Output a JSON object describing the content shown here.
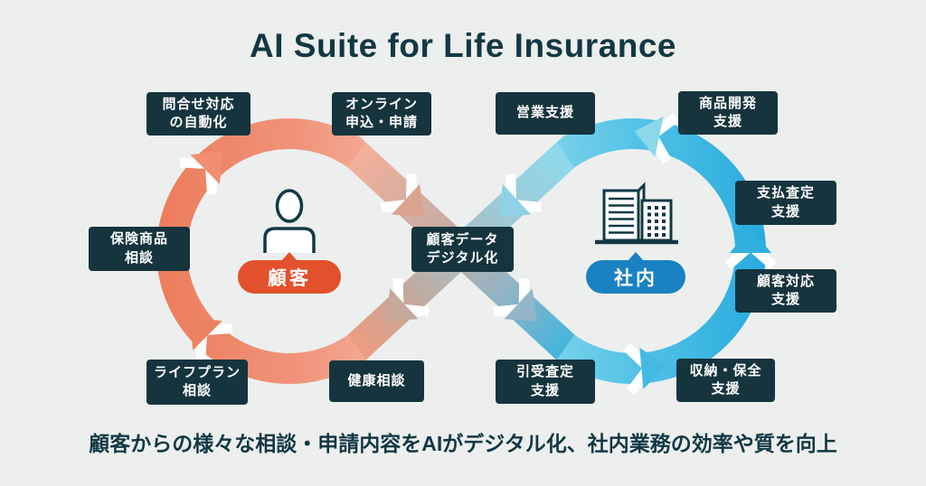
{
  "title": "AI Suite for Life Insurance",
  "caption": "顧客からの様々な相談・申請内容をAIがデジタル化、社内業務の効率や質を向上",
  "customer_loop": {
    "badge_label": "顧客",
    "icon": "person-icon",
    "items": {
      "inquiry_automation": "問合せ対応\nの自動化",
      "online_application": "オンライン\n申込・申請",
      "insurance_product_consultation": "保険商品\n相談",
      "life_plan_consultation": "ライフプラン\n相談",
      "health_consultation": "健康相談"
    }
  },
  "internal_loop": {
    "badge_label": "社内",
    "icon": "buildings-icon",
    "items": {
      "sales_support": "営業支援",
      "product_development_support": "商品開発\n支援",
      "payment_assessment_support": "支払査定\n支援",
      "customer_response_support": "顧客対応\n支援",
      "underwriting_assessment_support": "引受査定\n支援",
      "collection_preservation_support": "収納・保全\n支援"
    }
  },
  "center": {
    "label": "顧客データ\nデジタル化"
  },
  "colors": {
    "background": "#edefee",
    "label_box": "#16343e",
    "customer_accent": "#e2512b",
    "internal_accent": "#1a82c3",
    "customer_loop_color": "#ed8060",
    "internal_loop_color": "#29aadd",
    "text_dark": "#123844"
  }
}
